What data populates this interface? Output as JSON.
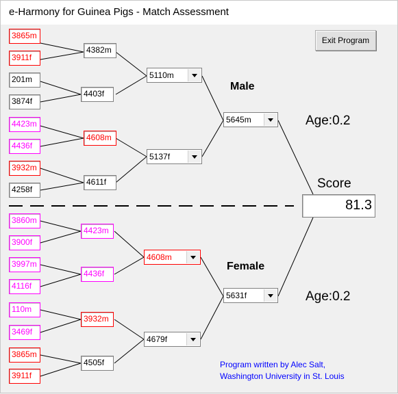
{
  "window": {
    "title": "e-Harmony for Guinea Pigs - Match Assessment"
  },
  "buttons": {
    "exit": "Exit Program"
  },
  "colors": {
    "red": "#ff0000",
    "magenta": "#ff00ff",
    "black": "#000000",
    "credit_blue": "#0000ff"
  },
  "male": {
    "label": "Male",
    "age": "Age:0.2",
    "leaves": [
      {
        "id": "3865m",
        "color": "red"
      },
      {
        "id": "3911f",
        "color": "red"
      },
      {
        "id": "201m",
        "color": "black"
      },
      {
        "id": "3874f",
        "color": "black"
      },
      {
        "id": "4423m",
        "color": "magenta"
      },
      {
        "id": "4436f",
        "color": "magenta"
      },
      {
        "id": "3932m",
        "color": "red"
      },
      {
        "id": "4258f",
        "color": "black"
      }
    ],
    "parents": [
      {
        "id": "4382m",
        "color": "black"
      },
      {
        "id": "4403f",
        "color": "black"
      },
      {
        "id": "4608m",
        "color": "red"
      },
      {
        "id": "4611f",
        "color": "black"
      }
    ],
    "grandparents": [
      {
        "id": "5110m",
        "color": "black"
      },
      {
        "id": "5137f",
        "color": "black"
      }
    ],
    "animal": {
      "id": "5645m",
      "color": "black"
    }
  },
  "female": {
    "label": "Female",
    "age": "Age:0.2",
    "leaves": [
      {
        "id": "3860m",
        "color": "magenta"
      },
      {
        "id": "3900f",
        "color": "magenta"
      },
      {
        "id": "3997m",
        "color": "magenta"
      },
      {
        "id": "4116f",
        "color": "magenta"
      },
      {
        "id": "110m",
        "color": "magenta"
      },
      {
        "id": "3469f",
        "color": "magenta"
      },
      {
        "id": "3865m",
        "color": "red"
      },
      {
        "id": "3911f",
        "color": "red"
      }
    ],
    "parents": [
      {
        "id": "4423m",
        "color": "magenta"
      },
      {
        "id": "4436f",
        "color": "magenta"
      },
      {
        "id": "3932m",
        "color": "red"
      },
      {
        "id": "4505f",
        "color": "black"
      }
    ],
    "grandparents": [
      {
        "id": "4608m",
        "color": "red"
      },
      {
        "id": "4679f",
        "color": "black"
      }
    ],
    "animal": {
      "id": "5631f",
      "color": "black"
    }
  },
  "score": {
    "label": "Score",
    "value": "81.3"
  },
  "credit": {
    "line1": "Program written by Alec Salt,",
    "line2": "Washington University in St. Louis"
  }
}
